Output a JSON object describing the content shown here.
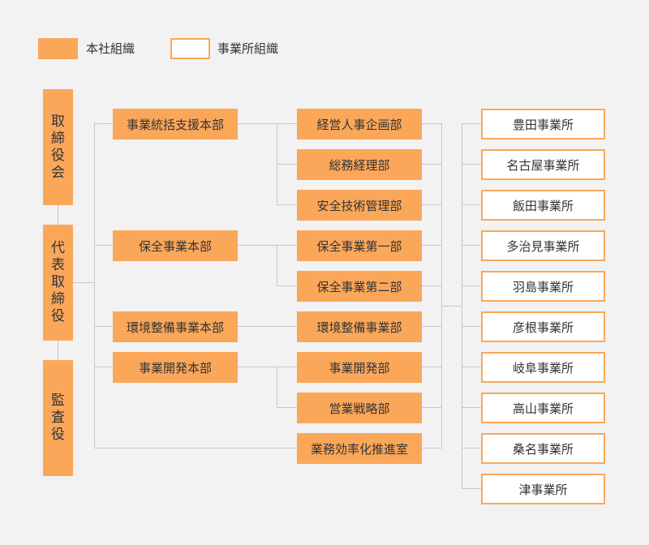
{
  "colors": {
    "accent": "#fba75a",
    "background": "#f2f2f2",
    "line": "#c8c8c8",
    "office_fill": "#ffffff"
  },
  "legend": {
    "hq_label": "本社組織",
    "office_label": "事業所組織"
  },
  "executives": [
    {
      "text": "取締役会",
      "chars": [
        "取",
        "締",
        "役",
        "会"
      ]
    },
    {
      "text": "代表取締役",
      "chars": [
        "代",
        "表",
        "取",
        "締",
        "役"
      ]
    },
    {
      "text": "監査役",
      "chars": [
        "監",
        "査",
        "役"
      ]
    }
  ],
  "headquarters": [
    "事業統括支援本部",
    "保全事業本部",
    "環境整備事業本部",
    "事業開発本部"
  ],
  "departments": [
    "経営人事企画部",
    "総務経理部",
    "安全技術管理部",
    "保全事業第一部",
    "保全事業第二部",
    "環境整備事業部",
    "事業開発部",
    "営業戦略部",
    "業務効率化推進室"
  ],
  "offices": [
    "豊田事業所",
    "名古屋事業所",
    "飯田事業所",
    "多治見事業所",
    "羽島事業所",
    "彦根事業所",
    "岐阜事業所",
    "高山事業所",
    "桑名事業所",
    "津事業所"
  ]
}
